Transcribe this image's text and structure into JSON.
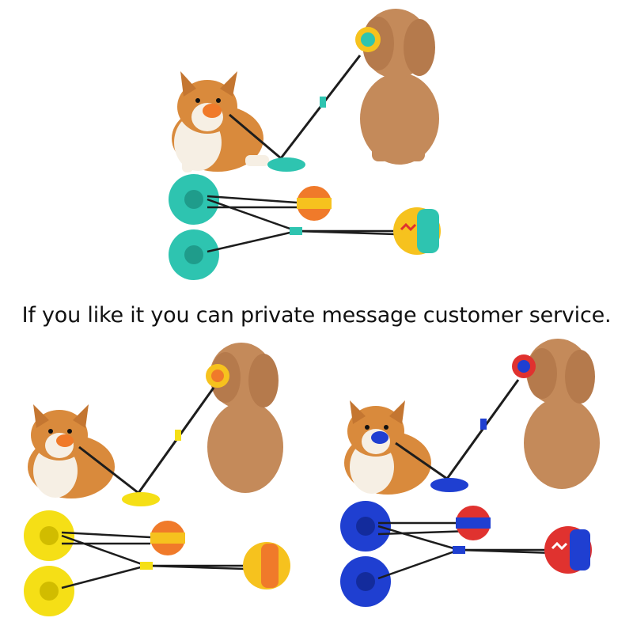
{
  "caption": "If you like it you can private message customer service.",
  "variants": [
    {
      "color_name": "teal",
      "toy_color": "#2ec4b0",
      "toy_shade": "#1f9c8b",
      "ring_color": "#2ec4b0"
    },
    {
      "color_name": "yellow",
      "toy_color": "#f5df16",
      "toy_shade": "#d1bc00",
      "ring_color": "#f5df16"
    },
    {
      "color_name": "blue",
      "toy_color": "#1f3fd1",
      "toy_shade": "#132b9c",
      "ring_color": "#1f3fd1"
    }
  ],
  "colors": {
    "corgi_fur": "#d98a3c",
    "corgi_white": "#f6efe4",
    "poodle_fur": "#c48a5a",
    "rope": "#1d1d1d",
    "ball_orange": "#f07a2a",
    "ball_yellow": "#f6c21e",
    "ball_red": "#e0322f"
  },
  "icons": [
    "corgi-dog-image",
    "poodle-dog-image",
    "suction-cup-toy-image",
    "tug-ball-image"
  ]
}
